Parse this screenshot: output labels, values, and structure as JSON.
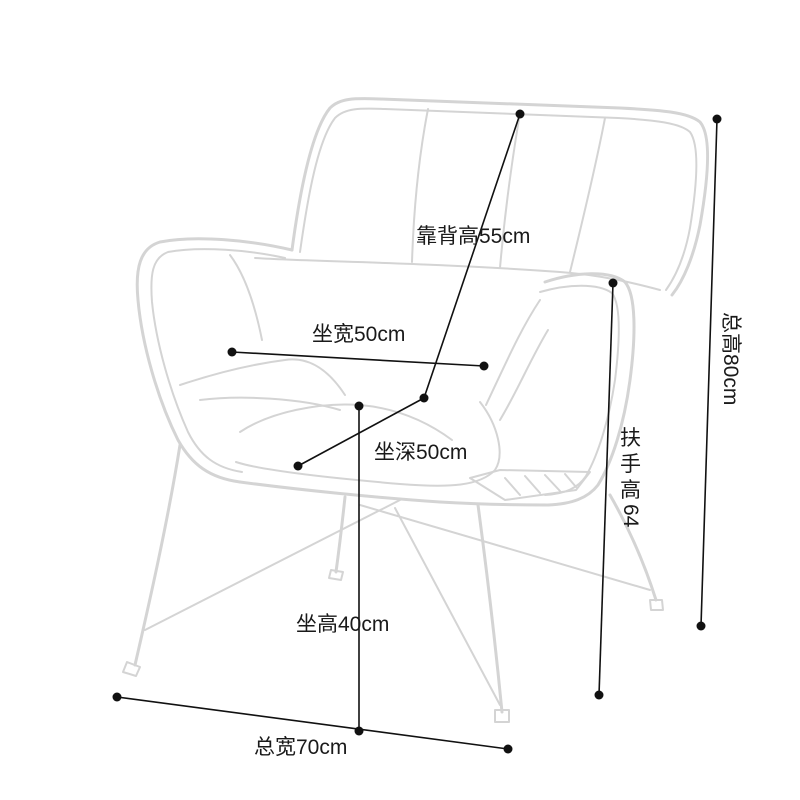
{
  "dimensions": {
    "backrest_height": "靠背高55cm",
    "seat_width": "坐宽50cm",
    "seat_depth": "坐深50cm",
    "seat_height": "坐高40cm",
    "total_width": "总宽70cm",
    "total_height": "总高80cm",
    "armrest_height_chars": [
      "扶",
      "手",
      "高"
    ],
    "armrest_height_value": "64"
  },
  "colors": {
    "chair_outline": "#d4d4d4",
    "dimension_line": "#111111"
  }
}
